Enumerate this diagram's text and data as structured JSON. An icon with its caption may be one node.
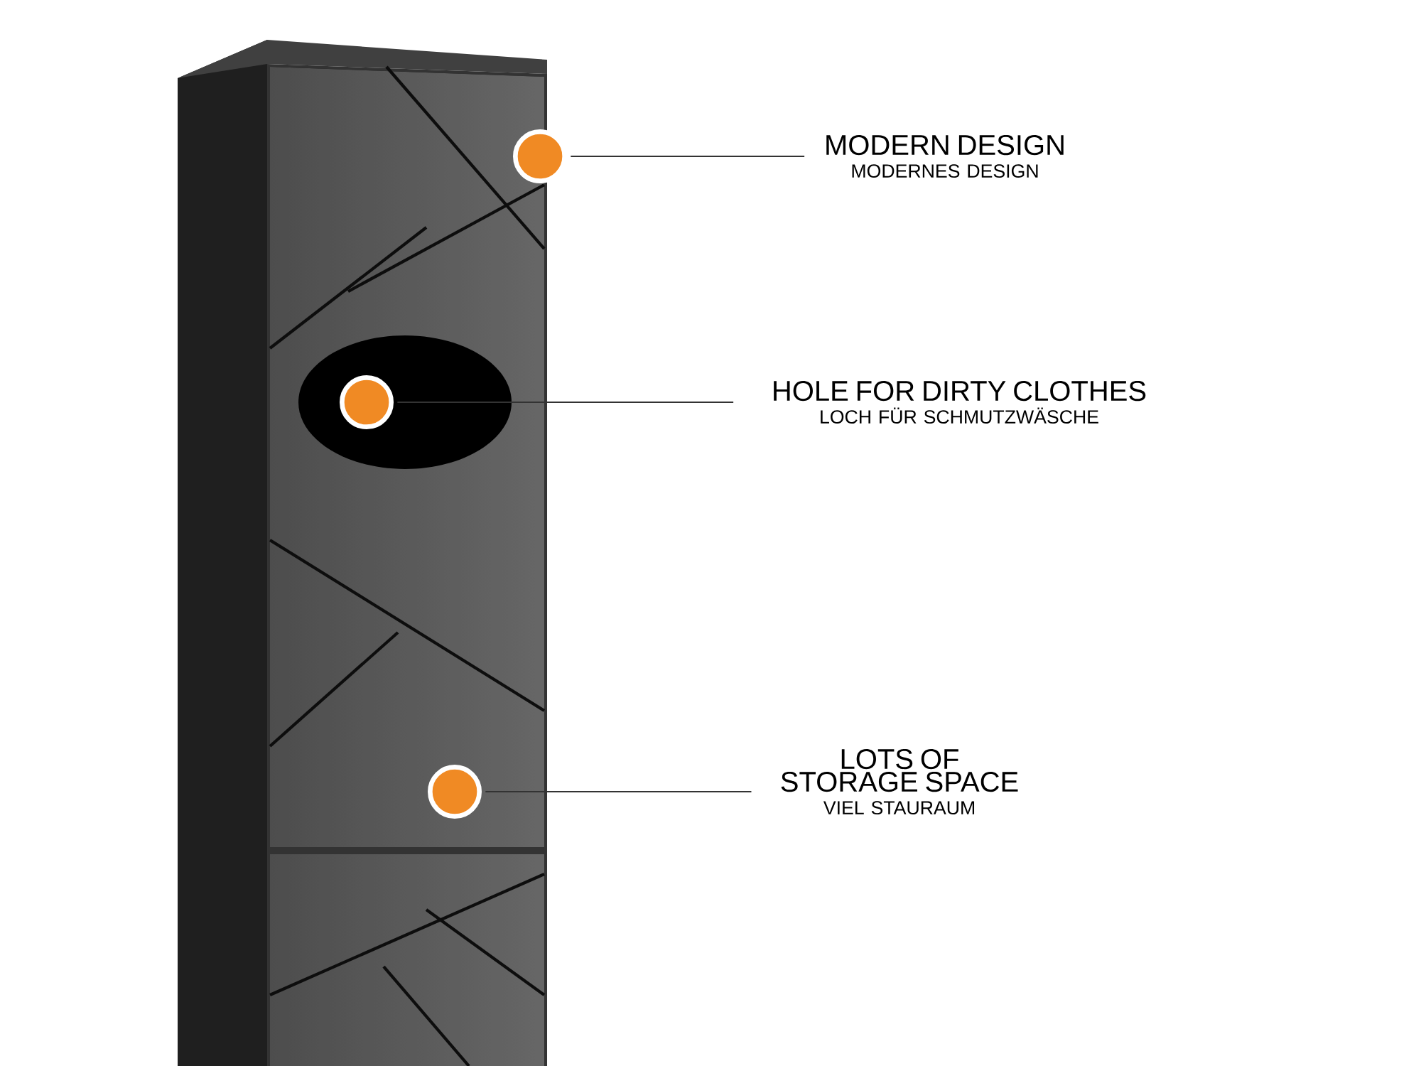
{
  "diagram": {
    "nodes": [
      {
        "text": [],
        "shape": "circle"
      },
      {
        "text": [
          "MODERN DESIGN",
          "MODERNES DESIGN"
        ]
      },
      {
        "text": [],
        "shape": "circle"
      },
      {
        "text": [
          "HOLE FOR DIRTY CLOTHES",
          "LOCH FÜR SCHMUTZWÄSCHE"
        ]
      },
      {
        "text": [],
        "shape": "circle"
      },
      {
        "text": [
          "LOTS OF STORAGE SPACE",
          "VIEL STAURAUM"
        ]
      }
    ],
    "edges": [
      {
        "from": 1,
        "to": 0,
        "arrow": "none"
      },
      {
        "from": 3,
        "to": 2,
        "arrow": "none"
      },
      {
        "from": 5,
        "to": 4,
        "arrow": "none"
      }
    ]
  }
}
